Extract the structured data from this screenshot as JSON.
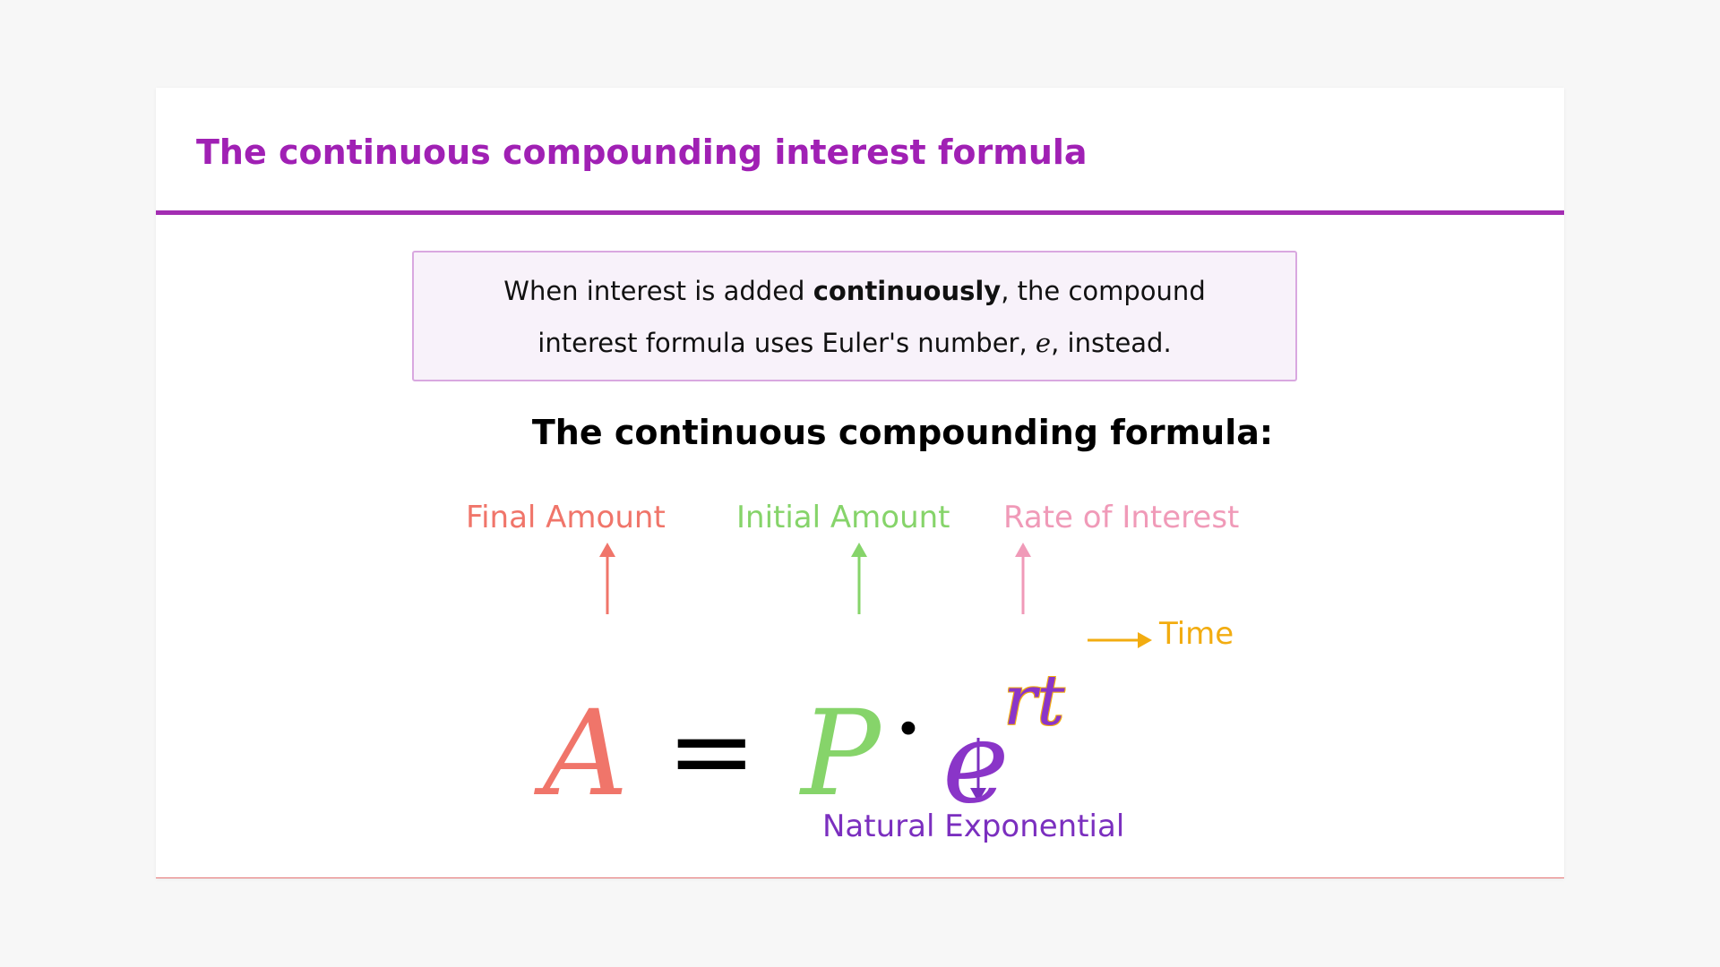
{
  "title": "The continuous compounding interest formula",
  "callout": {
    "line1_before": "When interest is added ",
    "line1_bold": "continuously",
    "line1_after": ", the compound",
    "line2_before": "interest formula uses Euler's number, ",
    "line2_symbol": "e",
    "line2_after": ", instead."
  },
  "subheading": "The continuous compounding formula:",
  "formula": {
    "A": "A",
    "equals": "=",
    "P": "P",
    "dot": "·",
    "e": "e",
    "exponent": "rt"
  },
  "labels": {
    "final_amount": "Final Amount",
    "initial_amount": "Initial Amount",
    "rate_of_interest": "Rate of Interest",
    "time": "Time",
    "natural_exponential": "Natural Exponential"
  },
  "colors": {
    "title": "#a020b4",
    "final_amount": "#f0756a",
    "initial_amount": "#86d46a",
    "rate_of_interest": "#f09ab8",
    "time": "#f2ac10",
    "natural_exponential": "#7b2fbf"
  }
}
